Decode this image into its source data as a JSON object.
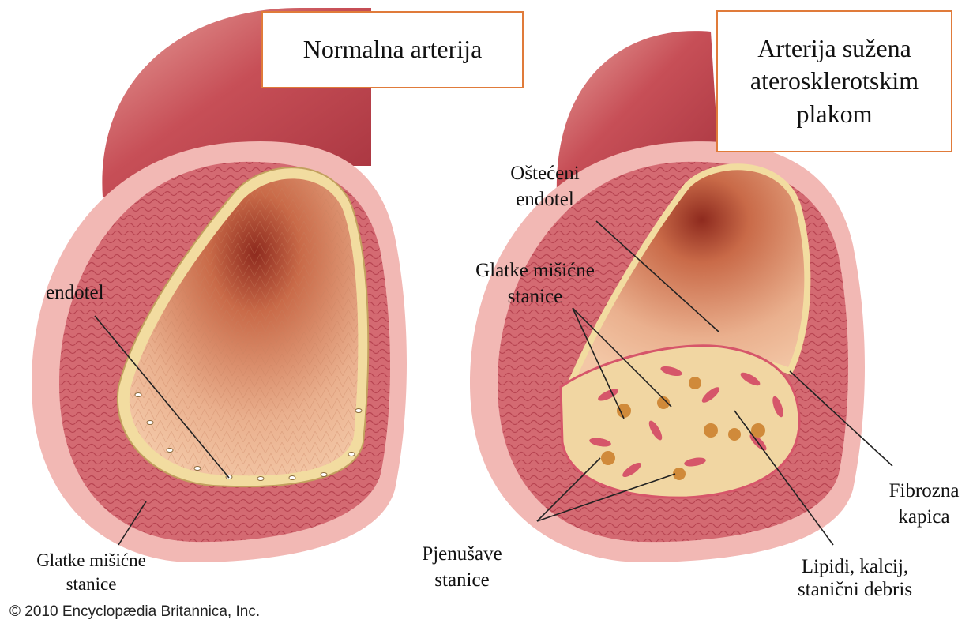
{
  "titles": {
    "normal": "Normalna arterija",
    "narrowed": "Arterija sužena aterosklerotskim plakom"
  },
  "labels": {
    "endotel": "endotel",
    "glatke_left": "Glatke mišićne stanice",
    "osteceni": "Oštećeni endotel",
    "glatke_right": "Glatke mišićne stanice",
    "fibrozna": "Fibrozna kapica",
    "pjenusave": "Pjenušave stanice",
    "lipidi": "Lipidi, kalcij, stanični debris"
  },
  "copyright": "© 2010 Encyclopædia Britannica, Inc.",
  "colors": {
    "box_border": "#e07b3a",
    "artery_outer": "#c8545c",
    "artery_light": "#f2b8b4",
    "lumen": "#e59a78",
    "endothelium": "#f2dca0",
    "plaque": "#f1d6a2",
    "foam_cell": "#d08a3a",
    "muscle_cell": "#d6566a"
  }
}
